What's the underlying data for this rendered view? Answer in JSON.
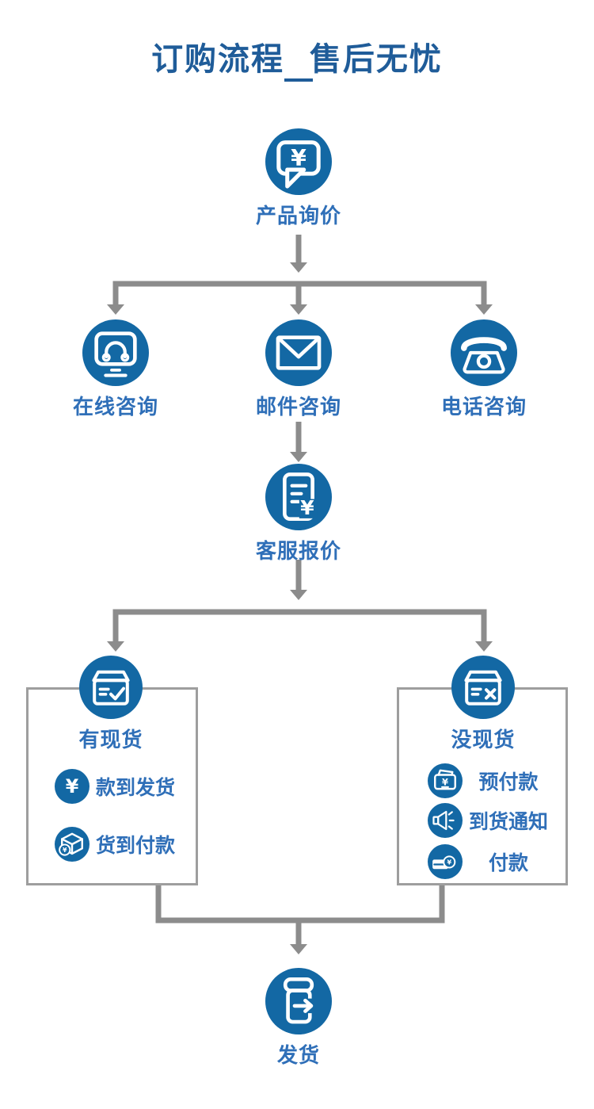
{
  "header": {
    "title": "订购流程  售后无忧"
  },
  "glyphs": {
    "yen": "¥"
  },
  "colors": {
    "primary_blue": "#1368a4",
    "label_blue": "#2f6fb8",
    "title_blue": "#1f5c99",
    "connector_gray": "#8c8c8c",
    "box_border_gray": "#9e9e9e"
  },
  "flow": {
    "inquiry": {
      "label": "产品询价",
      "icon": "chat-bubble-yen-icon"
    },
    "channels": [
      {
        "label": "在线咨询",
        "icon": "monitor-headset-icon"
      },
      {
        "label": "邮件咨询",
        "icon": "envelope-icon"
      },
      {
        "label": "电话咨询",
        "icon": "telephone-icon"
      }
    ],
    "quote": {
      "label": "客服报价",
      "icon": "document-yen-icon"
    },
    "in_stock": {
      "label": "有现货",
      "icon": "box-check-icon",
      "items": [
        {
          "label": "款到发货",
          "icon": "yen-coin-icon"
        },
        {
          "label": "货到付款",
          "icon": "package-yen-icon"
        }
      ]
    },
    "out_of_stock": {
      "label": "没现货",
      "icon": "box-x-icon",
      "items": [
        {
          "label": "预付款",
          "icon": "wallet-yen-icon"
        },
        {
          "label": "到货通知",
          "icon": "speaker-icon"
        },
        {
          "label": "付款",
          "icon": "card-yen-icon"
        }
      ]
    },
    "ship": {
      "label": "发货",
      "icon": "box-arrow-icon"
    }
  }
}
